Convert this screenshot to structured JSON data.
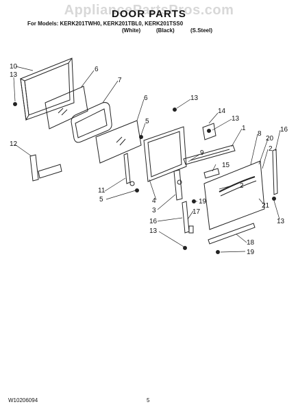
{
  "watermark": "AppliancePartsPros.com",
  "title": "DOOR PARTS",
  "models_line": "For Models: KERK201TWH0, KERK201TBL0, KERK201TSS0",
  "variants": [
    "(White)",
    "(Black)",
    "(S.Steel)"
  ],
  "part_numbers": [
    "10",
    "13",
    "6",
    "7",
    "6",
    "13",
    "14",
    "13",
    "5",
    "1",
    "8",
    "16",
    "12",
    "9",
    "20",
    "2",
    "15",
    "11",
    "5",
    "4",
    "2",
    "19",
    "21",
    "3",
    "17",
    "13",
    "16",
    "13",
    "18",
    "19"
  ],
  "footer_left": "W10206094",
  "footer_page": "5"
}
